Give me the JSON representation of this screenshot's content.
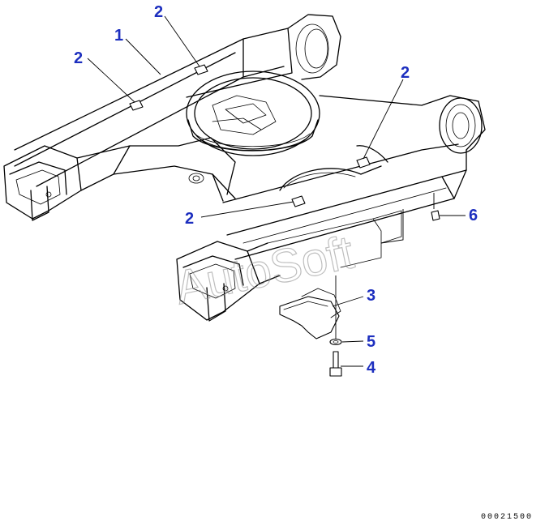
{
  "diagram": {
    "callouts": [
      {
        "id": "c1",
        "label": "1"
      },
      {
        "id": "c2a",
        "label": "2"
      },
      {
        "id": "c2b",
        "label": "2"
      },
      {
        "id": "c2c",
        "label": "2"
      },
      {
        "id": "c2d",
        "label": "2"
      },
      {
        "id": "c3",
        "label": "3"
      },
      {
        "id": "c4",
        "label": "4"
      },
      {
        "id": "c5",
        "label": "5"
      },
      {
        "id": "c6",
        "label": "6"
      }
    ],
    "watermark": "AutoSoft",
    "drawing_number": "00021500",
    "colors": {
      "callout": "#1d2fbf",
      "line": "#000000",
      "watermark": "#8a8a8a"
    }
  }
}
